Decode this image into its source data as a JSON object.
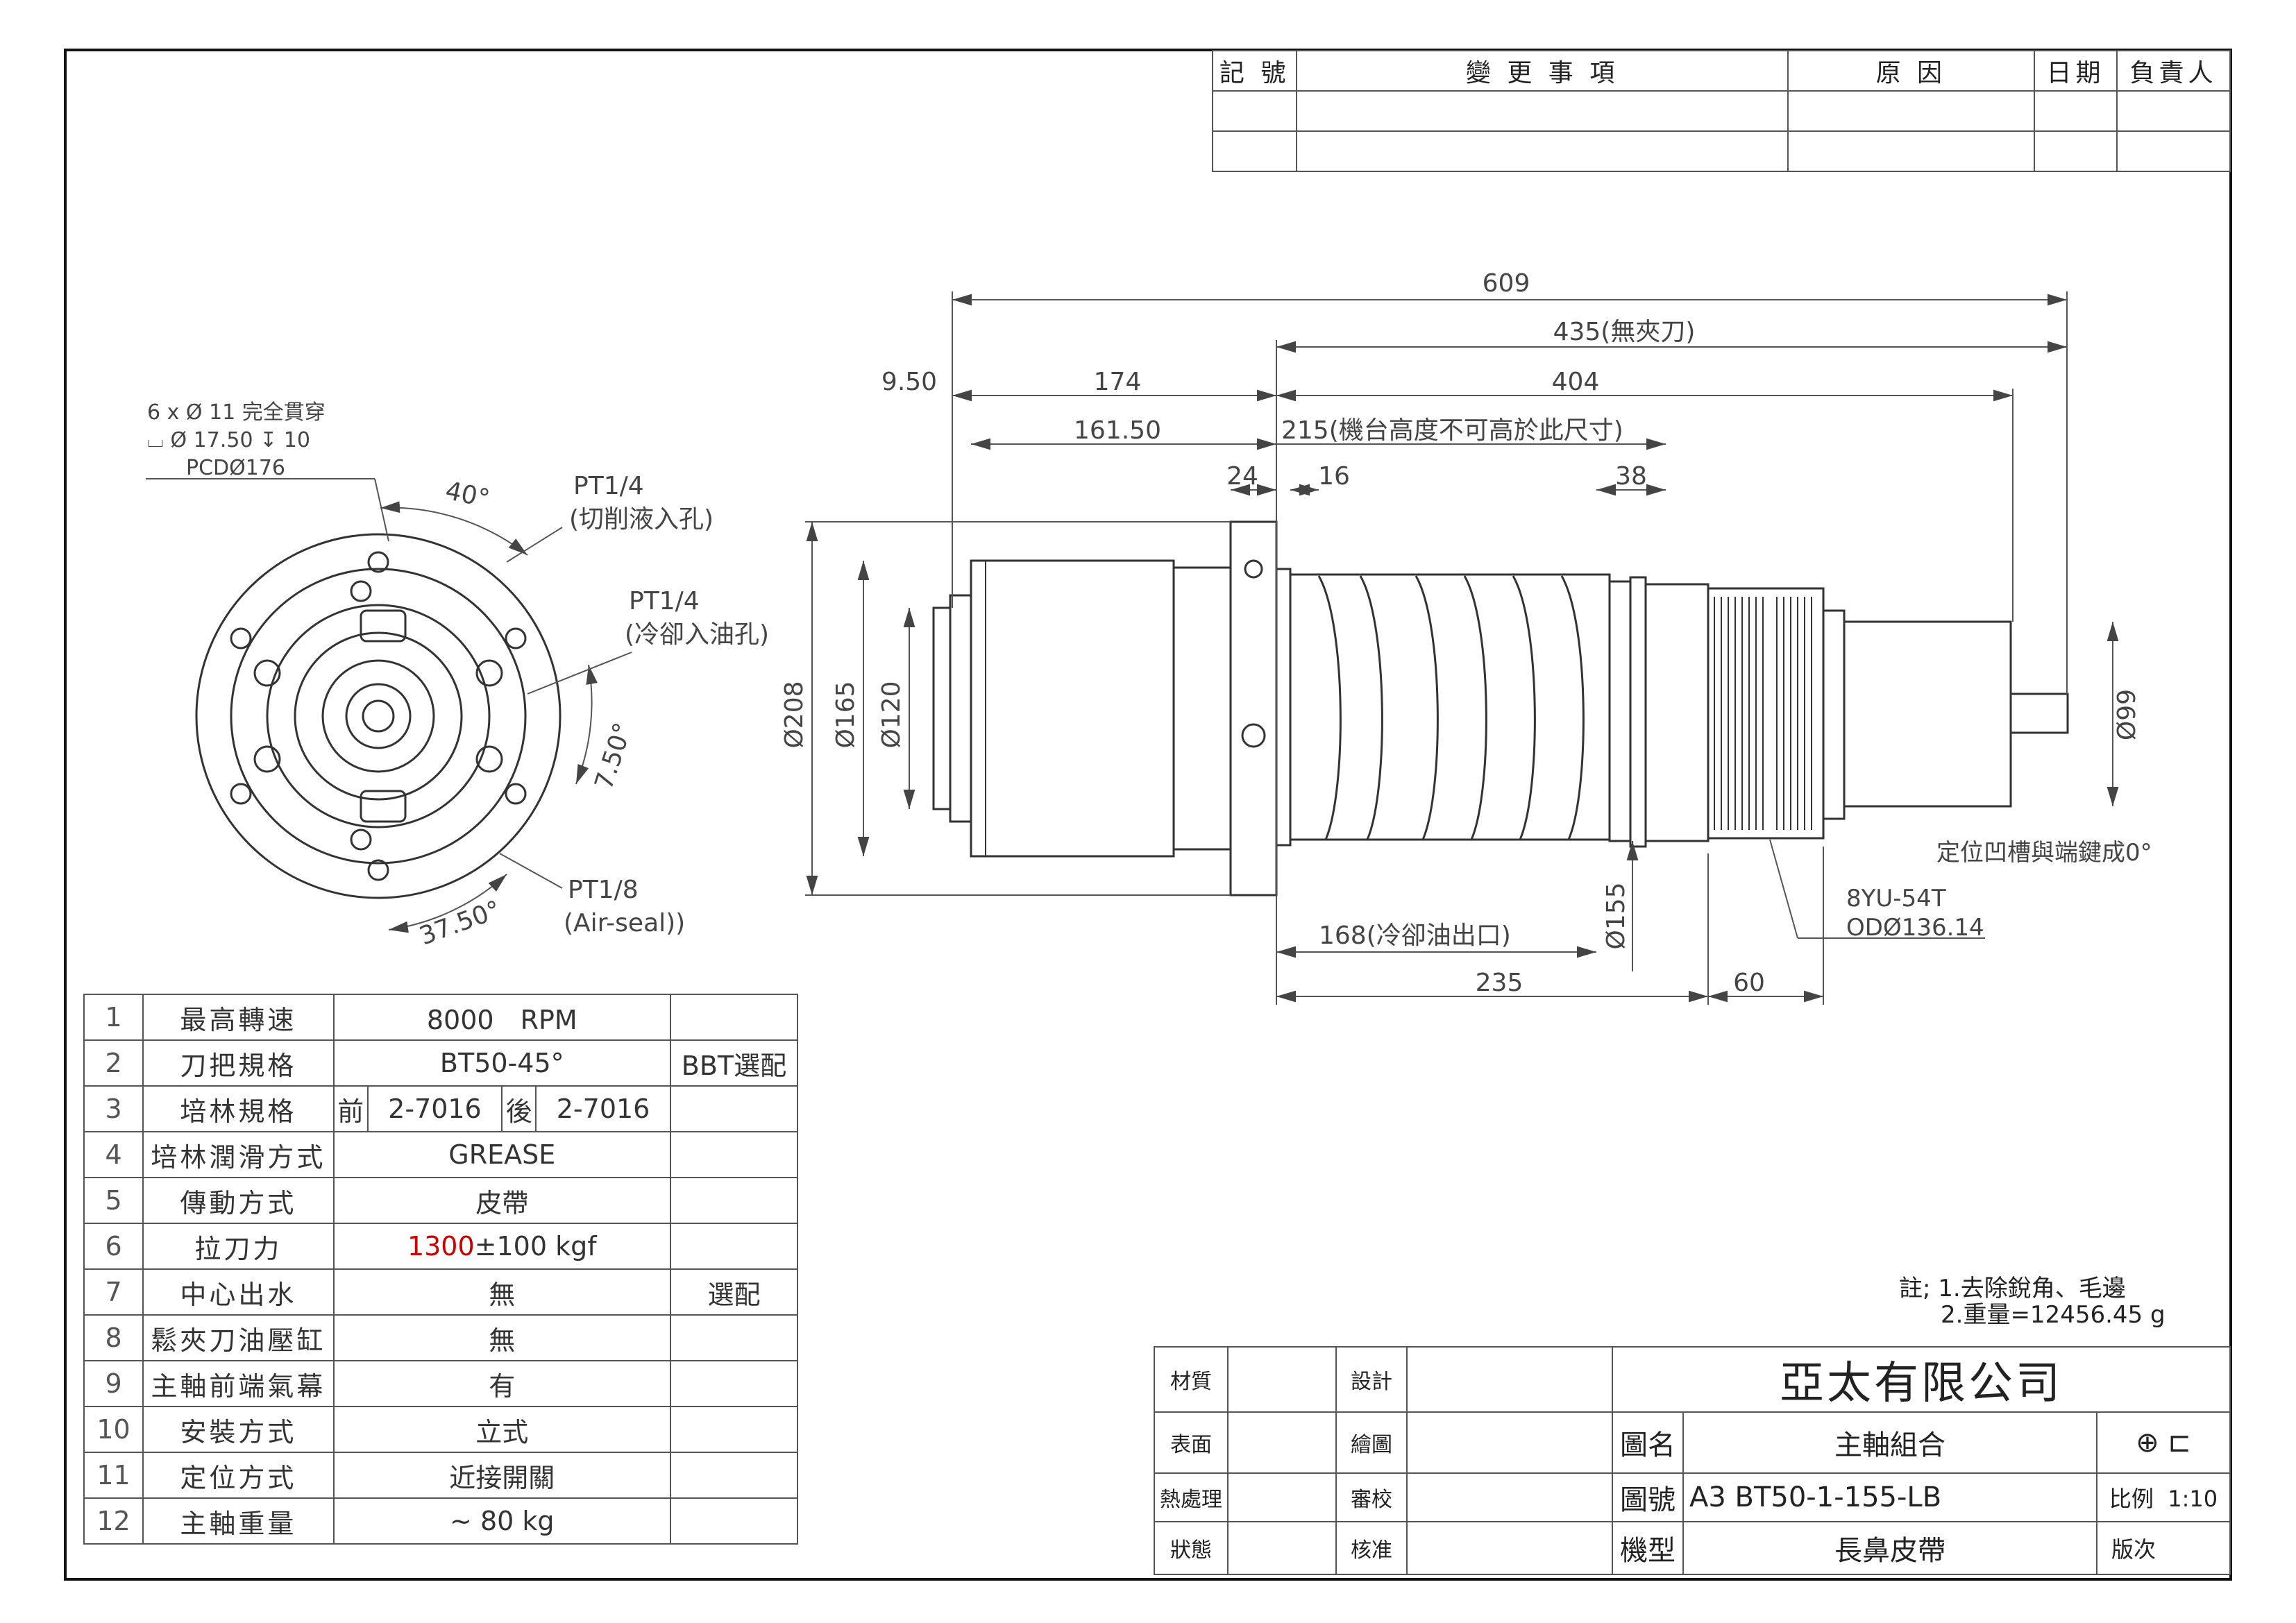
{
  "revision_table": {
    "headers": [
      "記 號",
      "變 更 事 項",
      "原 因",
      "日期",
      "負責人"
    ]
  },
  "side_view": {
    "dims": {
      "d609": "609",
      "d435": "435(無夾刀)",
      "d950": "9.50",
      "d174": "174",
      "d404": "404",
      "d16150": "161.50",
      "d215": "215(機台高度不可高於此尺寸)",
      "d24": "24",
      "d16": "16",
      "d38": "38",
      "d208": "Ø208",
      "d165": "Ø165",
      "d120": "Ø120",
      "d99": "Ø99",
      "d155": "Ø155",
      "d168": "168(冷卻油出口)",
      "d235": "235",
      "d60": "60"
    },
    "notes": {
      "keyway": "定位凹槽與端鍵成0°",
      "pulley_type": "8YU-54T",
      "pulley_od": "ODØ136.14"
    }
  },
  "front_view": {
    "hole_note_1": "6 x Ø 11 完全貫穿",
    "hole_note_2": "⌴ Ø 17.50 ↧ 10",
    "hole_note_3": "PCDØ176",
    "angle_40": "40°",
    "angle_750": "7.50°",
    "angle_3750": "37.50°",
    "port1_size": "PT1/4",
    "port1_desc": "(切削液入孔)",
    "port2_size": "PT1/4",
    "port2_desc": "(冷卻入油孔)",
    "port3_size": "PT1/8",
    "port3_desc": "(Air-seal))"
  },
  "spec_table": {
    "rows": [
      {
        "no": "1",
        "name": "最高轉速",
        "value": "8000　RPM",
        "note": ""
      },
      {
        "no": "2",
        "name": "刀把規格",
        "value": "BT50-45°",
        "note": "BBT選配"
      },
      {
        "no": "3",
        "name": "培林規格",
        "front_label": "前",
        "front": "2-7016",
        "rear_label": "後",
        "rear": "2-7016",
        "note": ""
      },
      {
        "no": "4",
        "name": "培林潤滑方式",
        "value": "GREASE",
        "note": ""
      },
      {
        "no": "5",
        "name": "傳動方式",
        "value": "皮帶",
        "note": ""
      },
      {
        "no": "6",
        "name": "拉刀力",
        "value_red": "1300",
        "value": "±100 kgf",
        "note": ""
      },
      {
        "no": "7",
        "name": "中心出水",
        "value": "無",
        "note": "選配"
      },
      {
        "no": "8",
        "name": "鬆夾刀油壓缸",
        "value": "無",
        "note": ""
      },
      {
        "no": "9",
        "name": "主軸前端氣幕",
        "value": "有",
        "note": ""
      },
      {
        "no": "10",
        "name": "安裝方式",
        "value": "立式",
        "note": ""
      },
      {
        "no": "11",
        "name": "定位方式",
        "value": "近接開關",
        "note": ""
      },
      {
        "no": "12",
        "name": "主軸重量",
        "value": "~ 80 kg",
        "note": ""
      }
    ]
  },
  "notes": {
    "line1": "註; 1.去除銳角、毛邊",
    "line2": "2.重量=12456.45 g"
  },
  "title_block": {
    "material": "材質",
    "surface": "表面",
    "heat": "熱處理",
    "state": "狀態",
    "design": "設計",
    "draw": "繪圖",
    "review": "審校",
    "approve": "核准",
    "company": "亞太有限公司",
    "name_label": "圖名",
    "name": "主軸組合",
    "no_label": "圖號",
    "size": "A3",
    "drawing_no": "BT50-1-155-LB",
    "scale_label": "比例",
    "scale": "1:10",
    "model_label": "機型",
    "model": "長鼻皮帶",
    "version_label": "版次"
  },
  "colors": {
    "line": "#333333",
    "accent": "#cc0000"
  }
}
